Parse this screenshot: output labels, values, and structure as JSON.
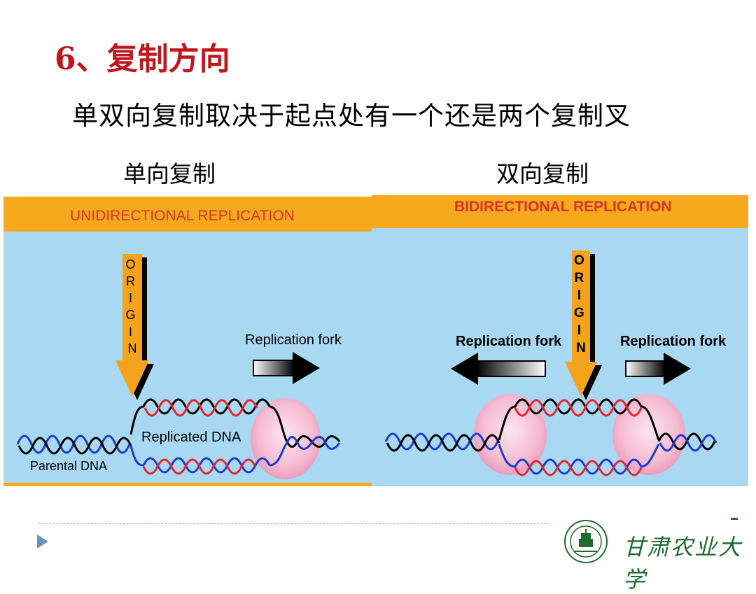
{
  "slide": {
    "title": "6、复制方向",
    "subtitle": "单双向复制取决于起点处有一个还是两个复制叉",
    "caption_left": "单向复制",
    "caption_right": "双向复制"
  },
  "left_panel": {
    "header": "UNIDIRECTIONAL REPLICATION",
    "origin_letters": [
      "O",
      "R",
      "I",
      "G",
      "I",
      "N"
    ],
    "fork_label": "Replication fork",
    "replicated_label": "Replicated DNA",
    "parental_label": "Parental  DNA"
  },
  "right_panel": {
    "header": "BIDIRECTIONAL REPLICATION",
    "origin_letters": [
      "O",
      "R",
      "I",
      "G",
      "I",
      "N"
    ],
    "fork_label_left": "Replication fork",
    "fork_label_right": "Replication fork"
  },
  "footer": {
    "university_name": "甘肃农业大学"
  },
  "colors": {
    "title_red": "#c0161c",
    "panel_orange": "#f6a91c",
    "panel_blue": "#a9d8f3",
    "origin_arrow": "#f5a31a",
    "strand_red": "#e5242b",
    "strand_blue": "#1b3ccc",
    "strand_black": "#000000",
    "bubble_pink": "#f4b3cc",
    "university_green": "#1f6b2e"
  }
}
